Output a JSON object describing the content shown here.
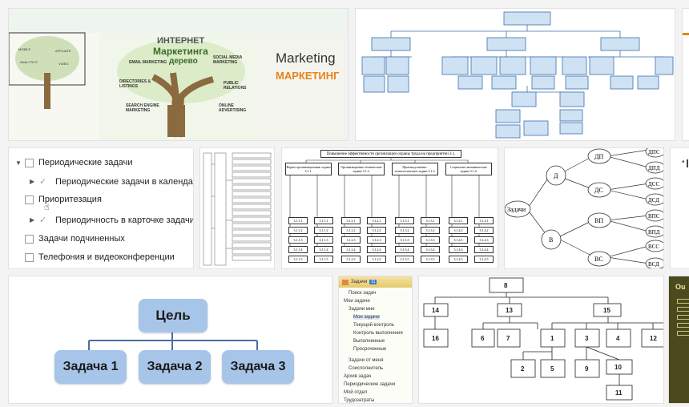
{
  "results": {
    "tile1": {
      "heading": "ИНТЕРНЕТ",
      "subheading": "Маркетинга",
      "subheading2": "дерево",
      "marketing_en": "Marketing",
      "marketing_ru": "МАРКЕТИНГ",
      "branches": [
        "EMAIL MARKETING",
        "SOCIAL MEDIA MARKETING",
        "DIRECTORIES & LISTINGS",
        "PUBLIC RELATIONS",
        "SEARCH ENGINE MARKETING",
        "ONLINE ADVERTISING",
        "MOBILE",
        "AFFILIATE",
        "ANALYTICS",
        "VIDEO"
      ]
    },
    "tile_tasks": {
      "items": [
        {
          "label": "Периодические задачи",
          "arrow": "▼"
        },
        {
          "label": "Периодические задачи в календаре",
          "arrow": "▶",
          "check": "✓"
        },
        {
          "label": "Приоритезация"
        },
        {
          "label": "Периодичность в карточке задачи",
          "arrow": "▶",
          "check": "✓"
        },
        {
          "label": "Задачи подчиненных"
        },
        {
          "label": "Телефония и видеоконференции"
        }
      ]
    },
    "tile_table": {
      "title": "Повышение эффективности организации охраны труда на предприятии 3.1.",
      "columns": [
        "Нормо-организационные задачи 3.1.1.",
        "Организационно-технические задачи 3.1.2.",
        "Производственно-технологические задачи 3.1.3.",
        "Социально-экономические задачи 3.1.4."
      ],
      "codes": [
        [
          "3.1.1.1",
          "3.1.1.2",
          "3.1.1.3",
          "3.1.1.4",
          "3.1.1.5"
        ],
        [
          "3.1.2.1",
          "3.1.2.2",
          "3.1.2.3",
          "3.1.2.4",
          "3.1.2.5"
        ],
        [
          "3.1.3.1",
          "3.1.3.2",
          "3.1.3.3",
          "3.1.3.4",
          "3.1.3.5"
        ],
        [
          "3.1.4.1",
          "3.1.4.2",
          "3.1.4.3",
          "3.1.4.4",
          "3.1.4.5"
        ]
      ]
    },
    "tile_graph": {
      "root": "Задачи",
      "level1": [
        "Д",
        "В"
      ],
      "level2": [
        "ДП",
        "ДС",
        "ВП",
        "ВС"
      ],
      "level3": [
        "ДПС",
        "ДПД",
        "ДСС",
        "ДСД",
        "ВПС",
        "ВПД",
        "ВСС",
        "ВСД"
      ]
    },
    "tile_goal": {
      "goal": "Цель",
      "tasks": [
        "Задача 1",
        "Задача 2",
        "Задача 3"
      ]
    },
    "tile_outlook": {
      "header": "Задачи",
      "badge": "11",
      "items": [
        "Поиск задач",
        "Мои задачи",
        "Задачи мне",
        "Мои задачи",
        "Текущий контроль",
        "Контроль выполнения",
        "Выполненные",
        "Просроченные",
        "Задачи от меня",
        "Соисполнитель",
        "Архив задач",
        "Периодические задачи",
        "Мой отдел",
        "Трудозатраты"
      ]
    },
    "tile_numtree": {
      "nodes": [
        "8",
        "14",
        "13",
        "15",
        "16",
        "6",
        "7",
        "1",
        "3",
        "4",
        "12",
        "2",
        "5",
        "9",
        "10",
        "11"
      ]
    },
    "tile_edge": {
      "text": "Ou"
    }
  },
  "colors": {
    "box_blue": "#a7c5e8",
    "org_box": "#cfe2f3",
    "org_border": "#3d6fb0",
    "tree_trunk": "#8a6a3e",
    "marketing_orange": "#e8821b"
  }
}
